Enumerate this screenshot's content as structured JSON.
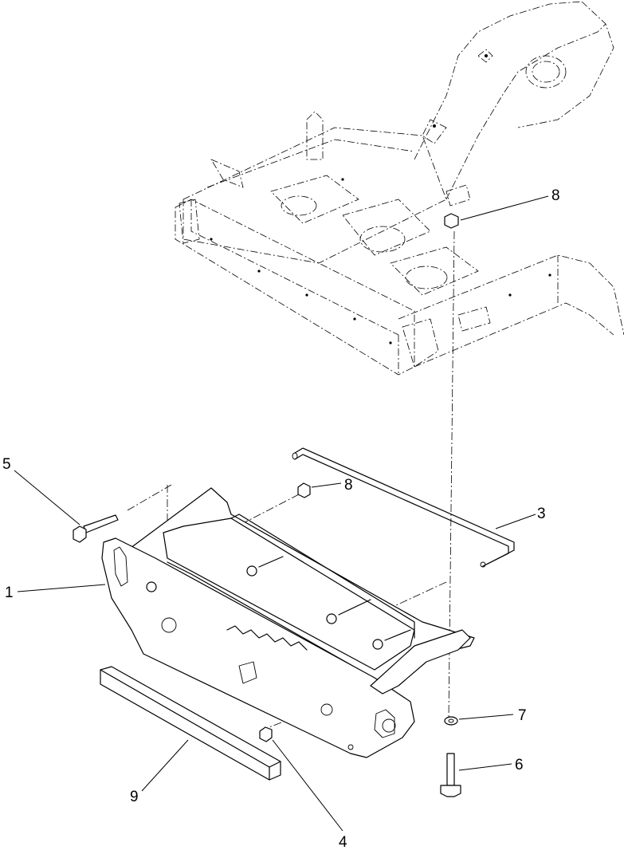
{
  "callouts": [
    {
      "id": "1",
      "label": "1"
    },
    {
      "id": "2",
      "label": "3"
    },
    {
      "id": "3",
      "label": "4"
    },
    {
      "id": "4",
      "label": "5"
    },
    {
      "id": "5",
      "label": "6"
    },
    {
      "id": "6",
      "label": "7"
    },
    {
      "id": "7",
      "label": "8"
    },
    {
      "id": "8",
      "label": "8"
    },
    {
      "id": "9",
      "label": "9"
    }
  ]
}
